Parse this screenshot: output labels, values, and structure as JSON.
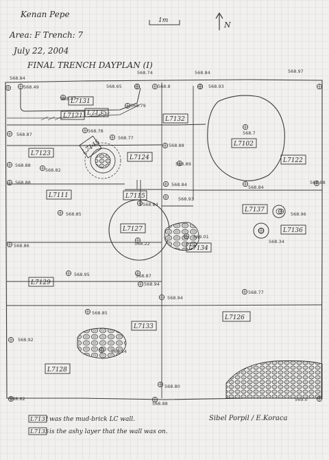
{
  "header": {
    "author": "Kenan Pepe",
    "area_trench": "Area: F   Trench: 7",
    "date": "July 22, 2004",
    "title": "FINAL TRENCH DAYPLAN (I)",
    "scale_label": "1m",
    "north_label": "N"
  },
  "elevations": [
    {
      "id": "e1",
      "label": "568.84"
    },
    {
      "id": "e2",
      "label": "568.49"
    },
    {
      "id": "e3",
      "label": "568.47"
    },
    {
      "id": "e4",
      "label": "568.65"
    },
    {
      "id": "e5",
      "label": "568.74"
    },
    {
      "id": "e6",
      "label": "568.79"
    },
    {
      "id": "e7",
      "label": "568.8"
    },
    {
      "id": "e8",
      "label": "568.84"
    },
    {
      "id": "e9",
      "label": "568.93"
    },
    {
      "id": "e10",
      "label": "568.97"
    },
    {
      "id": "e11",
      "label": "568.87"
    },
    {
      "id": "e12",
      "label": "568.78"
    },
    {
      "id": "e13",
      "label": "568.77"
    },
    {
      "id": "e14",
      "label": "568.88"
    },
    {
      "id": "e15",
      "label": "568.89"
    },
    {
      "id": "e16",
      "label": "568.7"
    },
    {
      "id": "e17",
      "label": "568.88"
    },
    {
      "id": "e18",
      "label": "568.82"
    },
    {
      "id": "e19",
      "label": "568.88"
    },
    {
      "id": "e20",
      "label": "568.84"
    },
    {
      "id": "e21",
      "label": "568.84"
    },
    {
      "id": "e22",
      "label": "568.93"
    },
    {
      "id": "e23",
      "label": "568.84"
    },
    {
      "id": "e24",
      "label": "568.88"
    },
    {
      "id": "e25",
      "label": "568.85"
    },
    {
      "id": "e26",
      "label": "568.96"
    },
    {
      "id": "e27",
      "label": "568.22"
    },
    {
      "id": "e28",
      "label": "569.01"
    },
    {
      "id": "e29",
      "label": "568.34"
    },
    {
      "id": "e30",
      "label": "568.86"
    },
    {
      "id": "e31",
      "label": "568.95"
    },
    {
      "id": "e32",
      "label": "568.87"
    },
    {
      "id": "e33",
      "label": "568.77"
    },
    {
      "id": "e34",
      "label": "568.94"
    },
    {
      "id": "e35",
      "label": "568.85"
    },
    {
      "id": "e36",
      "label": "568.92"
    },
    {
      "id": "e37",
      "label": "568.34"
    },
    {
      "id": "e38",
      "label": "568.80"
    },
    {
      "id": "e39",
      "label": "568.82"
    },
    {
      "id": "e40",
      "label": "568.88"
    },
    {
      "id": "e41",
      "label": "569.0"
    },
    {
      "id": "e42",
      "label": "568.94"
    }
  ],
  "loci": [
    {
      "id": "L7131",
      "label": "L7131"
    },
    {
      "id": "L7121",
      "label": "L7121"
    },
    {
      "id": "L7135",
      "label": "L7135"
    },
    {
      "id": "L7132",
      "label": "L7132"
    },
    {
      "id": "L7102",
      "label": "L7102"
    },
    {
      "id": "L7122",
      "label": "L7122"
    },
    {
      "id": "L7123a",
      "label": "L7123"
    },
    {
      "id": "L7145",
      "label": "L7145"
    },
    {
      "id": "L7124",
      "label": "L7124"
    },
    {
      "id": "L7111",
      "label": "L7111"
    },
    {
      "id": "L7115",
      "label": "L7115"
    },
    {
      "id": "L7137",
      "label": "L7137"
    },
    {
      "id": "L7136",
      "label": "L7136"
    },
    {
      "id": "L7127",
      "label": "L7127"
    },
    {
      "id": "L7134",
      "label": "L7134"
    },
    {
      "id": "L7129",
      "label": "L7129"
    },
    {
      "id": "L7126",
      "label": "L7126"
    },
    {
      "id": "L7133",
      "label": "L7133"
    },
    {
      "id": "L7128",
      "label": "L7128"
    }
  ],
  "footer": {
    "note1_locus": "L7131",
    "note1_text": "was the mud-brick LC wall.",
    "note2_locus": "L7135",
    "note2_text": "is the ashy layer that the wall was on.",
    "signature": "Sibel Porpil / E.Koraca"
  }
}
